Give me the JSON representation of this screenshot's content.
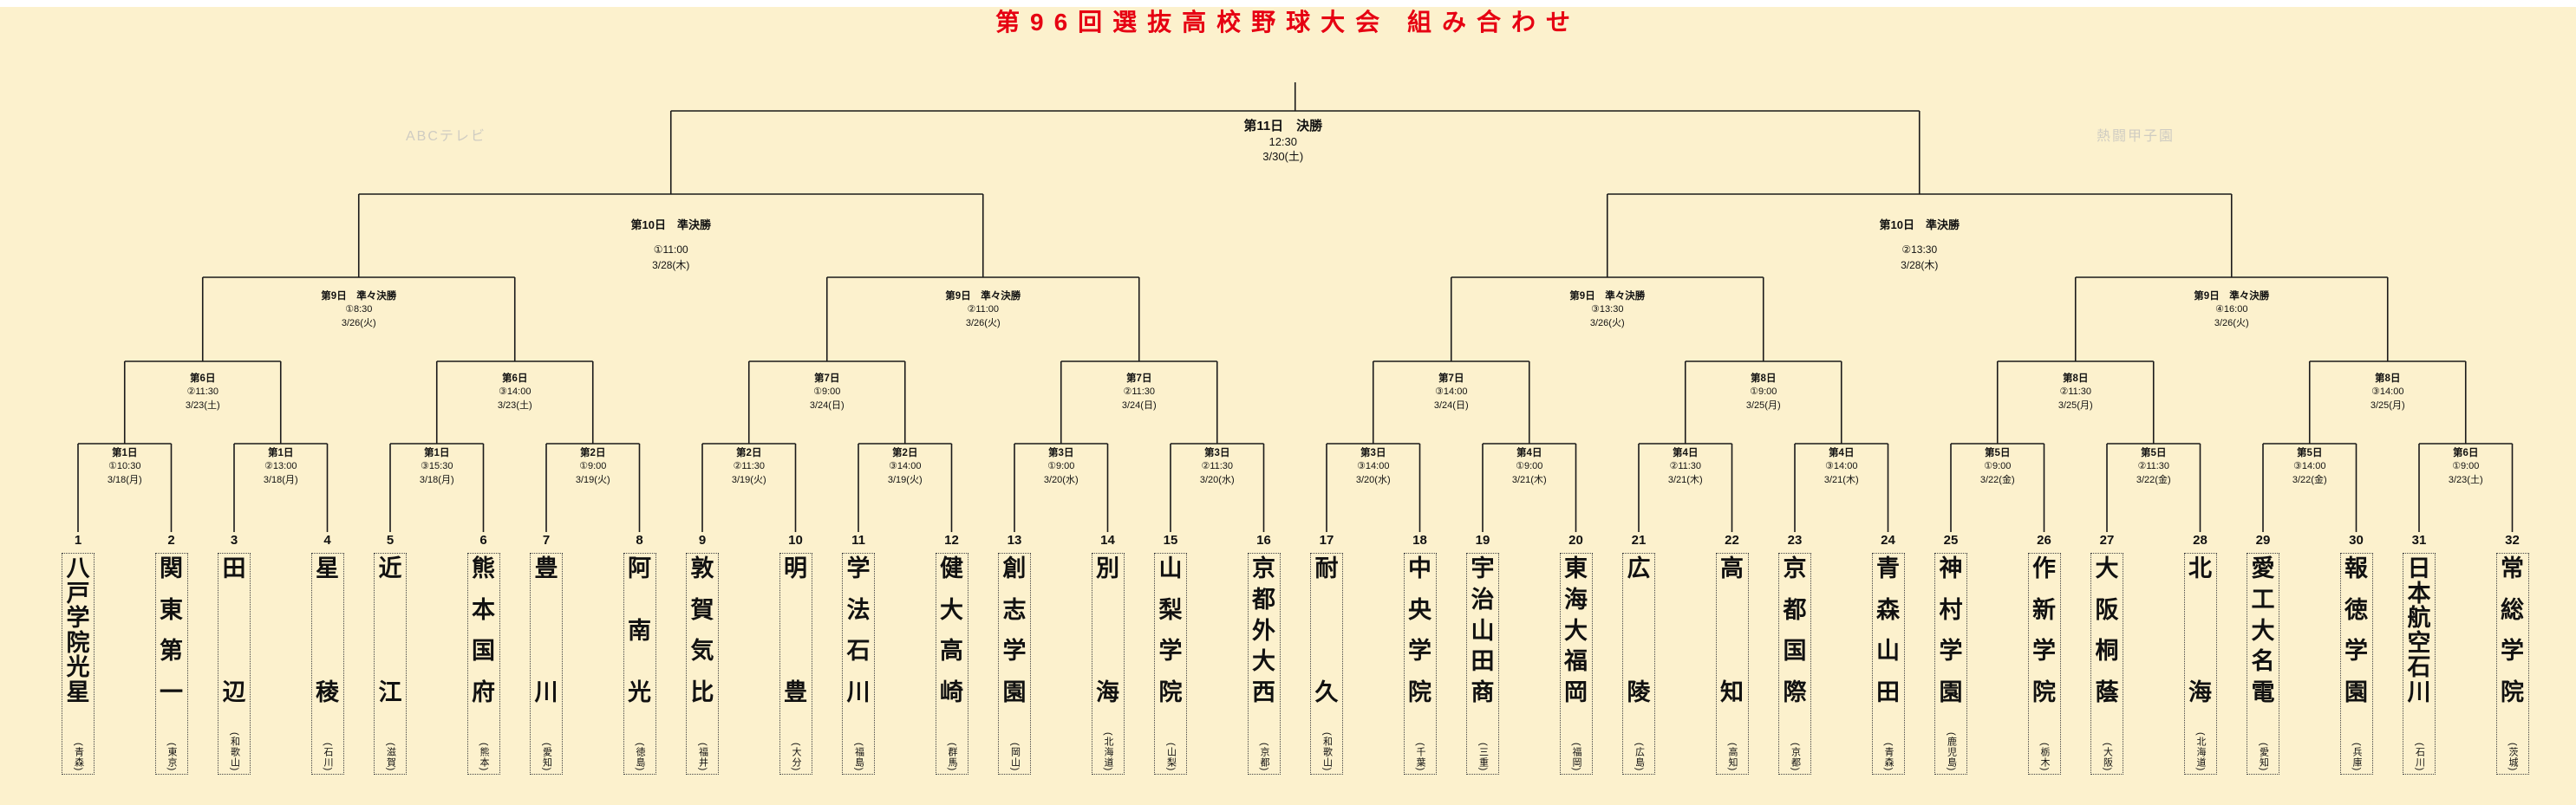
{
  "title": "第96回選抜高校野球大会 組み合わせ",
  "title_color": "#e60012",
  "background_color": "#fcf1cd",
  "line_color": "#1a1a1a",
  "watermark_color": "#cfccc2",
  "watermarks": {
    "left": "ABCテレビ",
    "right": "熱闘甲子園"
  },
  "matches": {
    "final": {
      "label": "第11日　決勝",
      "time": "12:30",
      "date": "3/30(土)"
    },
    "semifinal": [
      {
        "label": "第10日　準決勝",
        "time": "①11:00",
        "date": "3/28(木)"
      },
      {
        "label": "第10日　準決勝",
        "time": "②13:30",
        "date": "3/28(木)"
      }
    ],
    "quarterfinal": [
      {
        "label": "第9日　準々決勝",
        "time": "①8:30",
        "date": "3/26(火)"
      },
      {
        "label": "第9日　準々決勝",
        "time": "②11:00",
        "date": "3/26(火)"
      },
      {
        "label": "第9日　準々決勝",
        "time": "③13:30",
        "date": "3/26(火)"
      },
      {
        "label": "第9日　準々決勝",
        "time": "④16:00",
        "date": "3/26(火)"
      }
    ],
    "round2": [
      {
        "label": "第6日",
        "time": "②11:30",
        "date": "3/23(土)"
      },
      {
        "label": "第6日",
        "time": "③14:00",
        "date": "3/23(土)"
      },
      {
        "label": "第7日",
        "time": "①9:00",
        "date": "3/24(日)"
      },
      {
        "label": "第7日",
        "time": "②11:30",
        "date": "3/24(日)"
      },
      {
        "label": "第7日",
        "time": "③14:00",
        "date": "3/24(日)"
      },
      {
        "label": "第8日",
        "time": "①9:00",
        "date": "3/25(月)"
      },
      {
        "label": "第8日",
        "time": "②11:30",
        "date": "3/25(月)"
      },
      {
        "label": "第8日",
        "time": "③14:00",
        "date": "3/25(月)"
      }
    ],
    "round1": [
      {
        "label": "第1日",
        "time": "①10:30",
        "date": "3/18(月)"
      },
      {
        "label": "第1日",
        "time": "②13:00",
        "date": "3/18(月)"
      },
      {
        "label": "第1日",
        "time": "③15:30",
        "date": "3/18(月)"
      },
      {
        "label": "第2日",
        "time": "①9:00",
        "date": "3/19(火)"
      },
      {
        "label": "第2日",
        "time": "②11:30",
        "date": "3/19(火)"
      },
      {
        "label": "第2日",
        "time": "③14:00",
        "date": "3/19(火)"
      },
      {
        "label": "第3日",
        "time": "①9:00",
        "date": "3/20(水)"
      },
      {
        "label": "第3日",
        "time": "②11:30",
        "date": "3/20(水)"
      },
      {
        "label": "第3日",
        "time": "③14:00",
        "date": "3/20(水)"
      },
      {
        "label": "第4日",
        "time": "①9:00",
        "date": "3/21(木)"
      },
      {
        "label": "第4日",
        "time": "②11:30",
        "date": "3/21(木)"
      },
      {
        "label": "第4日",
        "time": "③14:00",
        "date": "3/21(木)"
      },
      {
        "label": "第5日",
        "time": "①9:00",
        "date": "3/22(金)"
      },
      {
        "label": "第5日",
        "time": "②11:30",
        "date": "3/22(金)"
      },
      {
        "label": "第5日",
        "time": "③14:00",
        "date": "3/22(金)"
      },
      {
        "label": "第6日",
        "time": "①9:00",
        "date": "3/23(土)"
      }
    ]
  },
  "teams": [
    {
      "num": "1",
      "name": "八戸学院光星",
      "pref": "青森"
    },
    {
      "num": "2",
      "name": "関東第一",
      "pref": "東京"
    },
    {
      "num": "3",
      "name": "田辺",
      "pref": "和歌山"
    },
    {
      "num": "4",
      "name": "星稜",
      "pref": "石川"
    },
    {
      "num": "5",
      "name": "近江",
      "pref": "滋賀"
    },
    {
      "num": "6",
      "name": "熊本国府",
      "pref": "熊本"
    },
    {
      "num": "7",
      "name": "豊川",
      "pref": "愛知"
    },
    {
      "num": "8",
      "name": "阿南光",
      "pref": "徳島"
    },
    {
      "num": "9",
      "name": "敦賀気比",
      "pref": "福井"
    },
    {
      "num": "10",
      "name": "明豊",
      "pref": "大分"
    },
    {
      "num": "11",
      "name": "学法石川",
      "pref": "福島"
    },
    {
      "num": "12",
      "name": "健大高崎",
      "pref": "群馬"
    },
    {
      "num": "13",
      "name": "創志学園",
      "pref": "岡山"
    },
    {
      "num": "14",
      "name": "別海",
      "pref": "北海道"
    },
    {
      "num": "15",
      "name": "山梨学院",
      "pref": "山梨"
    },
    {
      "num": "16",
      "name": "京都外大西",
      "pref": "京都"
    },
    {
      "num": "17",
      "name": "耐久",
      "pref": "和歌山"
    },
    {
      "num": "18",
      "name": "中央学院",
      "pref": "千葉"
    },
    {
      "num": "19",
      "name": "宇治山田商",
      "pref": "三重"
    },
    {
      "num": "20",
      "name": "東海大福岡",
      "pref": "福岡"
    },
    {
      "num": "21",
      "name": "広陵",
      "pref": "広島"
    },
    {
      "num": "22",
      "name": "高知",
      "pref": "高知"
    },
    {
      "num": "23",
      "name": "京都国際",
      "pref": "京都"
    },
    {
      "num": "24",
      "name": "青森山田",
      "pref": "青森"
    },
    {
      "num": "25",
      "name": "神村学園",
      "pref": "鹿児島"
    },
    {
      "num": "26",
      "name": "作新学院",
      "pref": "栃木"
    },
    {
      "num": "27",
      "name": "大阪桐蔭",
      "pref": "大阪"
    },
    {
      "num": "28",
      "name": "北海",
      "pref": "北海道"
    },
    {
      "num": "29",
      "name": "愛工大名電",
      "pref": "愛知"
    },
    {
      "num": "30",
      "name": "報徳学園",
      "pref": "兵庫"
    },
    {
      "num": "31",
      "name": "日本航空石川",
      "pref": "石川"
    },
    {
      "num": "32",
      "name": "常総学院",
      "pref": "茨城"
    }
  ]
}
